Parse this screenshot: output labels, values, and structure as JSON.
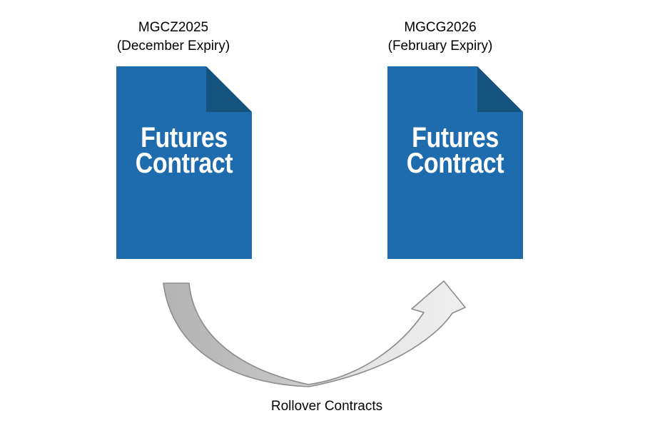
{
  "left_contract": {
    "code": "MGCZ2025",
    "expiry": "(December Expiry)",
    "title_line1": "Futures",
    "title_line2": "Contract"
  },
  "right_contract": {
    "code": "MGCG2026",
    "expiry": "(February Expiry)",
    "title_line1": "Futures",
    "title_line2": "Contract"
  },
  "arrow": {
    "label": "Rollover Contracts",
    "direction": "left-to-right"
  },
  "colors": {
    "document_blue": "#1e6bad",
    "document_fold_blue": "#14537e",
    "document_text": "#ffffff",
    "arrow_fill_start": "#b3b3b3",
    "arrow_fill_end": "#f0f0f0",
    "arrow_outline": "#8c8c8c",
    "label_text": "#000000",
    "background": "#ffffff"
  }
}
